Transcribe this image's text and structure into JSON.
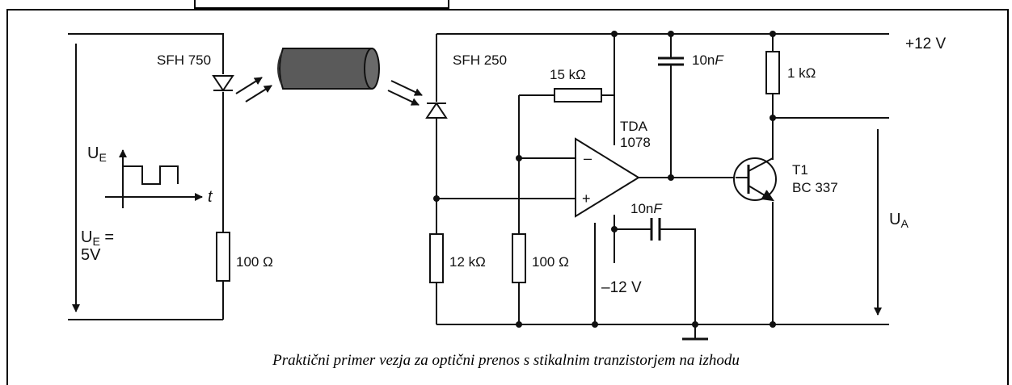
{
  "labels": {
    "emitter_name": "SFH 750",
    "detector_name": "SFH 250",
    "ue_symbol": "U",
    "ue_sub": "E",
    "t_symbol": "t",
    "ue_value_symbol": "U",
    "ue_value_sub": "E",
    "ue_value_eq": " =",
    "ue_value_volt": "5V",
    "r_100_left": "100 Ω",
    "r_15k": "15 kΩ",
    "c_10nf_top_num": "10n",
    "c_10nf_top_unit": "F",
    "supply_pos": "+12 V",
    "r_1k": "1 kΩ",
    "opamp_name_1": "TDA",
    "opamp_name_2": "1078",
    "minus_sign": "–",
    "plus_sign": "+",
    "transistor_name_1": "T1",
    "transistor_name_2": "BC 337",
    "c_10nf_mid_num": "10n",
    "c_10nf_mid_unit": "F",
    "ua_symbol": "U",
    "ua_sub": "A",
    "r_12k": "12 kΩ",
    "r_100_mid": "100 Ω",
    "supply_neg": "–12 V"
  },
  "caption": "Praktični primer vezja za optični prenos  s stikalnim tranzistorjem na izhodu"
}
